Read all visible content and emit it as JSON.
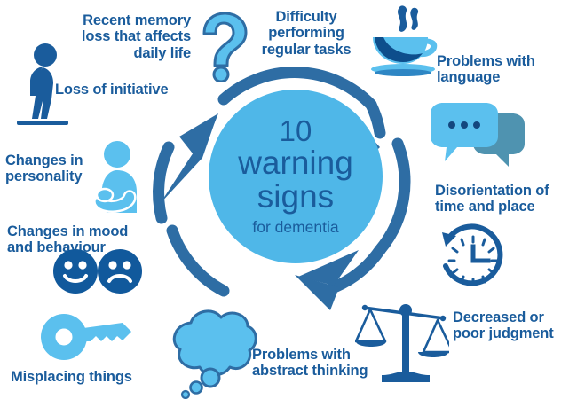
{
  "title": {
    "line1": "10",
    "line2": "warning",
    "line3": "signs",
    "line4": "for dementia"
  },
  "colors": {
    "dark_blue": "#1a5c9c",
    "ring_blue": "#2e6da4",
    "light_blue": "#4fb7e8",
    "sky_blue": "#5bc0ee",
    "muted_teal": "#4f93b0",
    "background": "#ffffff"
  },
  "signs": [
    {
      "id": "recent-memory-loss",
      "label": "Recent memory\nloss that affects\ndaily life",
      "icon": "question-mark-icon"
    },
    {
      "id": "loss-of-initiative",
      "label": "Loss of initiative",
      "icon": "standing-person-icon"
    },
    {
      "id": "changes-in-personality",
      "label": "Changes in\npersonality",
      "icon": "sitting-person-icon"
    },
    {
      "id": "changes-in-mood-and-behaviour",
      "label": "Changes in mood\nand behaviour",
      "icon": "happy-sad-faces-icon"
    },
    {
      "id": "misplacing-things",
      "label": "Misplacing things",
      "icon": "key-icon"
    },
    {
      "id": "problems-with-abstract-thinking",
      "label": "Problems with\nabstract thinking",
      "icon": "thought-cloud-icon"
    },
    {
      "id": "decreased-or-poor-judgment",
      "label": "Decreased or\npoor judgment",
      "icon": "scales-icon"
    },
    {
      "id": "disorientation-of-time-and-place",
      "label": "Disorientation of\ntime and place",
      "icon": "clock-icon"
    },
    {
      "id": "problems-with-language",
      "label": "Problems with\nlanguage",
      "icon": "speech-bubbles-icon"
    },
    {
      "id": "difficulty-performing-regular-tasks",
      "label": "Difficulty\nperforming\nregular tasks",
      "icon": "coffee-cup-icon"
    }
  ]
}
